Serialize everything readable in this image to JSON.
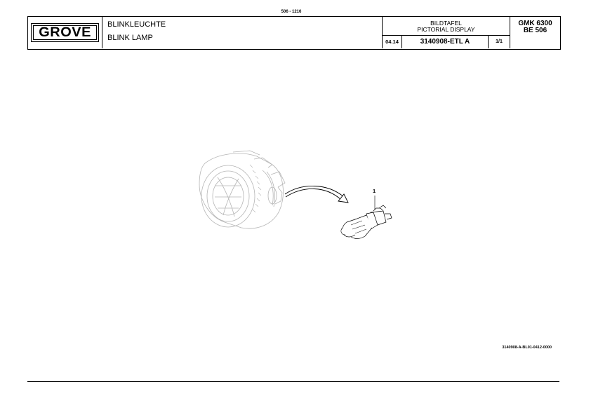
{
  "page_number": "506 - 1216",
  "header": {
    "logo": "GROVE",
    "title_de": "BLINKLEUCHTE",
    "title_en": "BLINK LAMP",
    "label_de": "BILDTAFEL",
    "label_en": "PICTORIAL DISPLAY",
    "date": "04.14",
    "document_number": "3140908-ETL A",
    "sheet": "1/1",
    "model_line1": "GMK 6300",
    "model_line2": "BE 506"
  },
  "drawing": {
    "callout_label": "1"
  },
  "drawing_code": "3140908-A-BL01-0412-0000"
}
